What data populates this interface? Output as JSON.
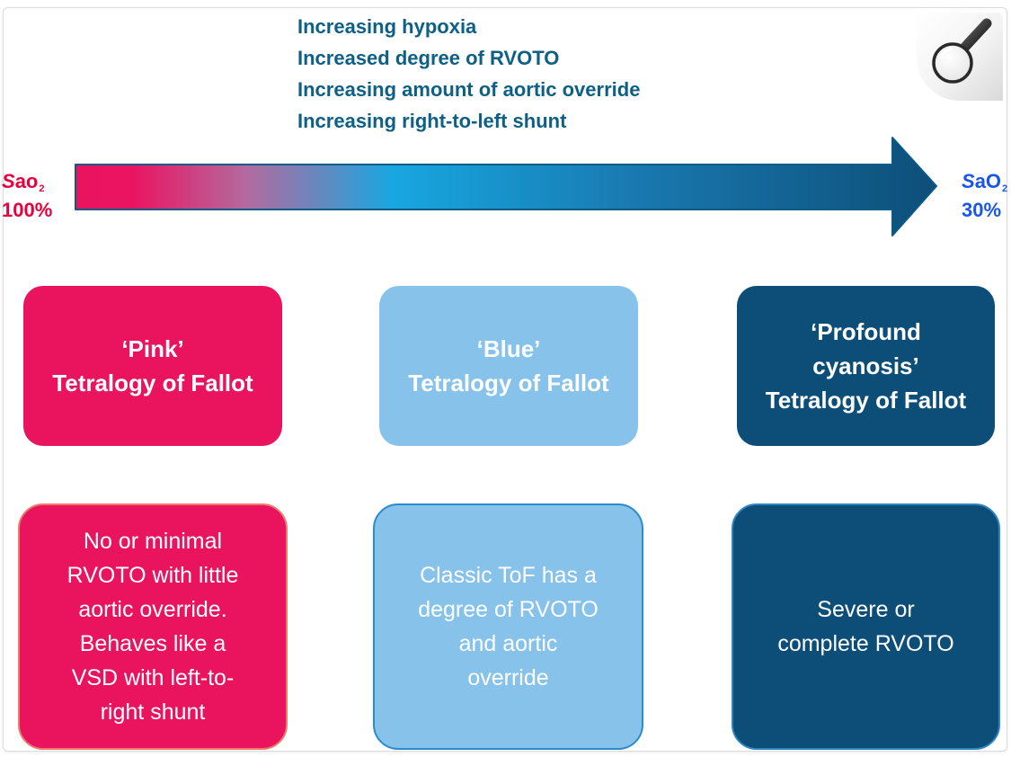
{
  "header_lines": [
    "Increasing hypoxia",
    "Increased degree of RVOTO",
    "Increasing amount of aortic override",
    "Increasing right-to-left shunt"
  ],
  "sao_left": {
    "label_italic": "S",
    "label_rest": "ao",
    "sub": "2",
    "value": "100%",
    "color": "#e8003d"
  },
  "sao_right": {
    "label_italic": "S",
    "label_rest": "aO",
    "sub": "2",
    "value": "30%",
    "color": "#1a56e6"
  },
  "arrow_colors": {
    "start": "#e9135e",
    "middle": "#18a7e0",
    "end": "#0d4e78"
  },
  "categories": [
    {
      "title": "‘Pink’\nTetralogy of Fallot",
      "color": "#e9135e",
      "description": "No or minimal\nRVOTO with little\naortic override.\nBehaves like a\nVSD with left-to-\nright shunt"
    },
    {
      "title": "‘Blue’\nTetralogy of Fallot",
      "color": "#87c2ea",
      "description": "Classic ToF has a\ndegree of RVOTO\nand aortic\noverride"
    },
    {
      "title": "‘Profound\ncyanosis’\nTetralogy of Fallot",
      "color": "#0d4e78",
      "description": "Severe or\ncomplete RVOTO"
    }
  ],
  "icons": {
    "zoom": "magnifier-icon"
  }
}
